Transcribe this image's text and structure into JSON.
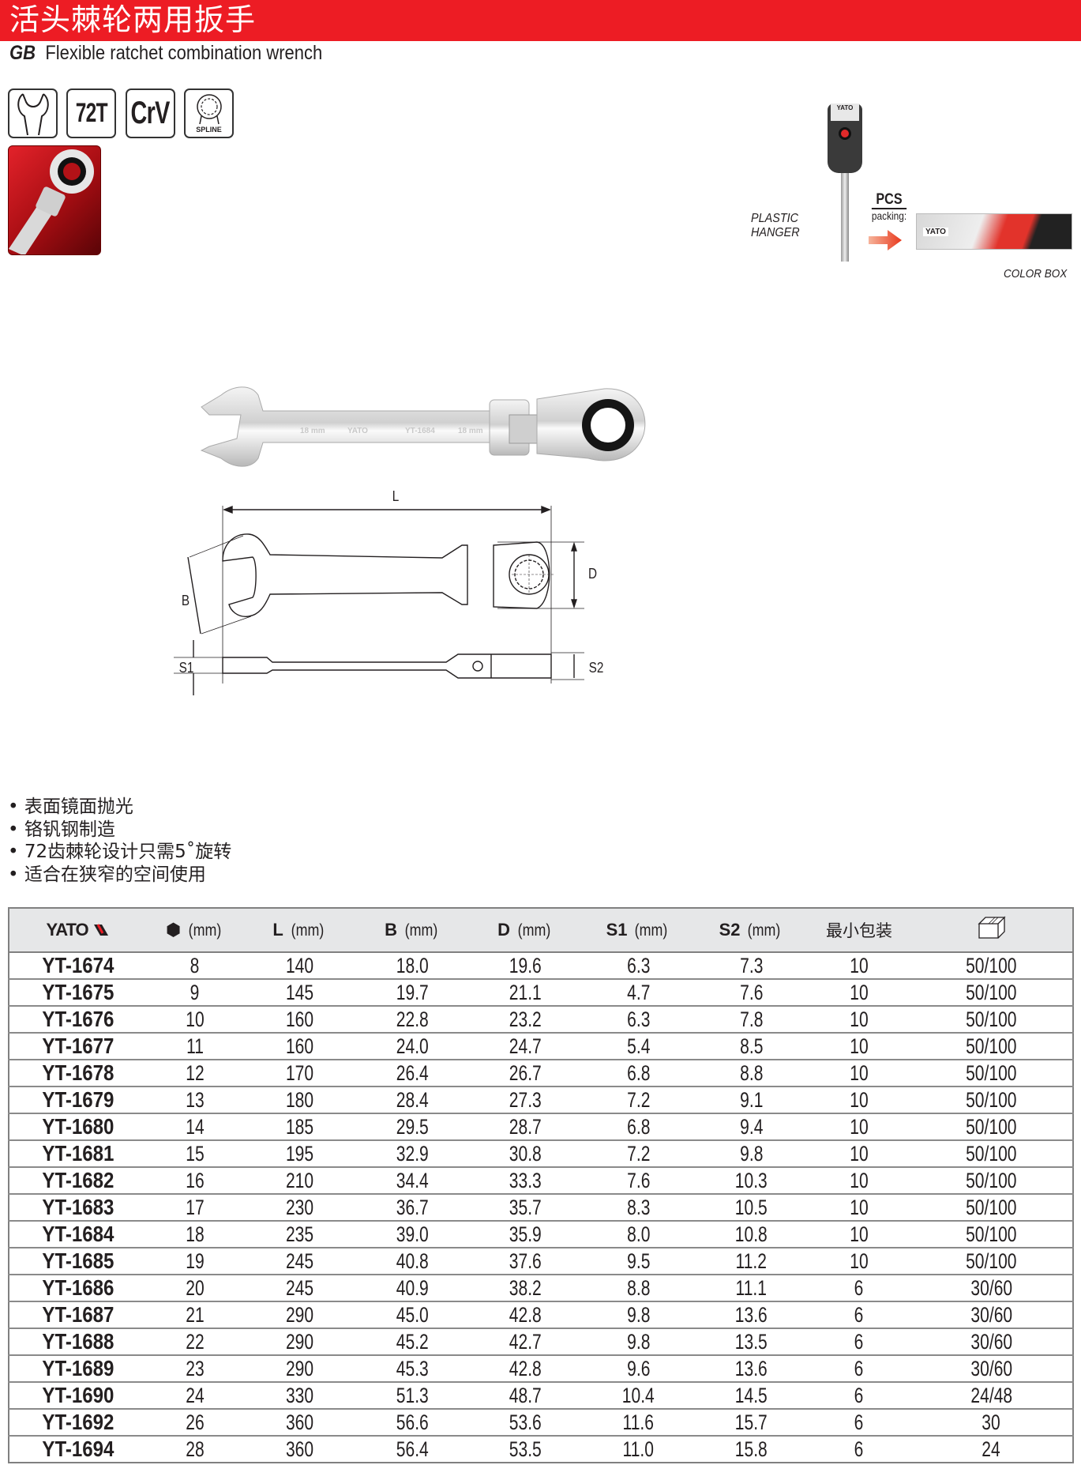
{
  "header": {
    "title_cn": "活头棘轮两用扳手",
    "standard": "GB",
    "title_en": "Flexible ratchet combination wrench",
    "accent_color": "#ed1c24"
  },
  "badges": [
    {
      "icon": "open-end-wrench-icon",
      "label": ""
    },
    {
      "icon": "teeth-count",
      "label": "72T"
    },
    {
      "icon": "material",
      "label": "CrV"
    },
    {
      "icon": "spline-ring-icon",
      "label": "SPLINE"
    }
  ],
  "packaging": {
    "hanger_label_line1": "PLASTIC",
    "hanger_label_line2": "HANGER",
    "pcs_title": "PCS",
    "pcs_sub": "packing:",
    "box_label": "COLOR BOX",
    "brand": "YATO"
  },
  "diagram": {
    "dimensions": {
      "L": "L",
      "B": "B",
      "D": "D",
      "S1": "S1",
      "S2": "S2"
    },
    "photo_engraving": [
      "18 mm",
      "YATO",
      "YT-1684",
      "18 mm"
    ]
  },
  "features": [
    "表面镜面抛光",
    "铬钒钢制造",
    "72齿棘轮设计只需5˚旋转",
    "适合在狭窄的空间使用"
  ],
  "table": {
    "headers": [
      {
        "sym": "YATO",
        "unit": "",
        "icon": "yato-logo"
      },
      {
        "sym": "⬢",
        "unit": "(mm)",
        "icon": "hex-size-icon"
      },
      {
        "sym": "L",
        "unit": "(mm)"
      },
      {
        "sym": "B",
        "unit": "(mm)"
      },
      {
        "sym": "D",
        "unit": "(mm)"
      },
      {
        "sym": "S1",
        "unit": "(mm)"
      },
      {
        "sym": "S2",
        "unit": "(mm)"
      },
      {
        "sym": "",
        "unit": "最小包装"
      },
      {
        "sym": "",
        "unit": "",
        "icon": "carton-box-icon"
      }
    ],
    "rows": [
      [
        "YT-1674",
        "8",
        "140",
        "18.0",
        "19.6",
        "6.3",
        "7.3",
        "10",
        "50/100"
      ],
      [
        "YT-1675",
        "9",
        "145",
        "19.7",
        "21.1",
        "4.7",
        "7.6",
        "10",
        "50/100"
      ],
      [
        "YT-1676",
        "10",
        "160",
        "22.8",
        "23.2",
        "6.3",
        "7.8",
        "10",
        "50/100"
      ],
      [
        "YT-1677",
        "11",
        "160",
        "24.0",
        "24.7",
        "5.4",
        "8.5",
        "10",
        "50/100"
      ],
      [
        "YT-1678",
        "12",
        "170",
        "26.4",
        "26.7",
        "6.8",
        "8.8",
        "10",
        "50/100"
      ],
      [
        "YT-1679",
        "13",
        "180",
        "28.4",
        "27.3",
        "7.2",
        "9.1",
        "10",
        "50/100"
      ],
      [
        "YT-1680",
        "14",
        "185",
        "29.5",
        "28.7",
        "6.8",
        "9.4",
        "10",
        "50/100"
      ],
      [
        "YT-1681",
        "15",
        "195",
        "32.9",
        "30.8",
        "7.2",
        "9.8",
        "10",
        "50/100"
      ],
      [
        "YT-1682",
        "16",
        "210",
        "34.4",
        "33.3",
        "7.6",
        "10.3",
        "10",
        "50/100"
      ],
      [
        "YT-1683",
        "17",
        "230",
        "36.7",
        "35.7",
        "8.3",
        "10.5",
        "10",
        "50/100"
      ],
      [
        "YT-1684",
        "18",
        "235",
        "39.0",
        "35.9",
        "8.0",
        "10.8",
        "10",
        "50/100"
      ],
      [
        "YT-1685",
        "19",
        "245",
        "40.8",
        "37.6",
        "9.5",
        "11.2",
        "10",
        "50/100"
      ],
      [
        "YT-1686",
        "20",
        "245",
        "40.9",
        "38.2",
        "8.8",
        "11.1",
        "6",
        "30/60"
      ],
      [
        "YT-1687",
        "21",
        "290",
        "45.0",
        "42.8",
        "9.8",
        "13.6",
        "6",
        "30/60"
      ],
      [
        "YT-1688",
        "22",
        "290",
        "45.2",
        "42.7",
        "9.8",
        "13.5",
        "6",
        "30/60"
      ],
      [
        "YT-1689",
        "23",
        "290",
        "45.3",
        "42.8",
        "9.6",
        "13.6",
        "6",
        "30/60"
      ],
      [
        "YT-1690",
        "24",
        "330",
        "51.3",
        "48.7",
        "10.4",
        "14.5",
        "6",
        "24/48"
      ],
      [
        "YT-1692",
        "26",
        "360",
        "56.6",
        "53.6",
        "11.6",
        "15.7",
        "6",
        "30"
      ],
      [
        "YT-1694",
        "28",
        "360",
        "56.4",
        "53.5",
        "11.0",
        "15.8",
        "6",
        "24"
      ]
    ]
  }
}
